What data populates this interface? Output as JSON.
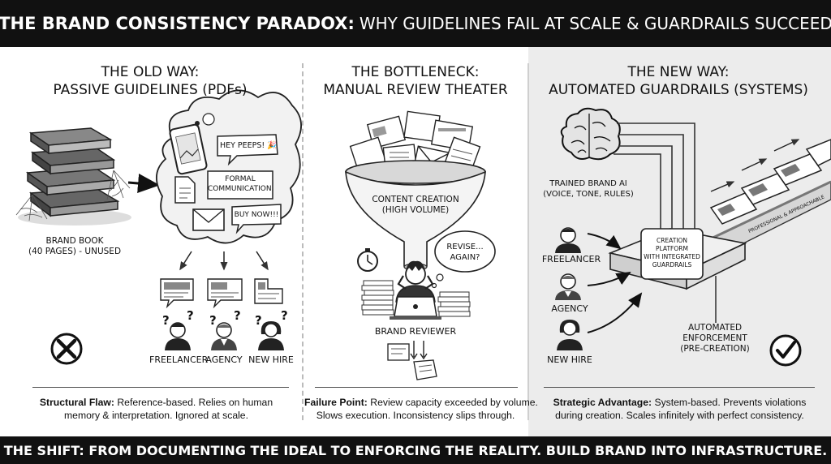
{
  "header": {
    "title_bold": "THE BRAND CONSISTENCY PARADOX:",
    "title_rest": "WHY GUIDELINES FAIL AT SCALE & GUARDRAILS SUCCEED"
  },
  "footer": {
    "text": "THE SHIFT: FROM DOCUMENTING THE IDEAL TO ENFORCING THE REALITY. BUILD BRAND INTO INFRASTRUCTURE."
  },
  "old_way": {
    "heading_line1": "THE OLD WAY:",
    "heading_line2": "PASSIVE GUIDELINES (PDFs)",
    "brand_book_line1": "BRAND BOOK",
    "brand_book_line2": "(40 PAGES) - UNUSED",
    "bubble_hey": "HEY PEEPS! 🎉",
    "bubble_formal_line1": "FORMAL",
    "bubble_formal_line2": "COMMUNICATION.",
    "bubble_buy": "BUY NOW!!!",
    "person_1": "FREELANCER",
    "person_2": "AGENCY",
    "person_3": "NEW HIRE",
    "desc_label": "Structural Flaw:",
    "desc_line1": "Reference-based. Relies on human",
    "desc_line2": "memory & interpretation. Ignored at scale."
  },
  "bottleneck": {
    "heading_line1": "THE BOTTLENECK:",
    "heading_line2": "MANUAL REVIEW THEATER",
    "funnel_line1": "CONTENT CREATION",
    "funnel_line2": "(HIGH VOLUME)",
    "revise_line1": "REVISE...",
    "revise_line2": "AGAIN?",
    "reviewer": "BRAND REVIEWER",
    "desc_label": "Failure Point:",
    "desc_line1": "Review capacity exceeded by volume.",
    "desc_line2": "Slows execution. Inconsistency slips through."
  },
  "new_way": {
    "heading_line1": "THE NEW WAY:",
    "heading_line2": "AUTOMATED GUARDRAILS (SYSTEMS)",
    "ai_line1": "TRAINED BRAND AI",
    "ai_line2": "(VOICE, TONE, RULES)",
    "platform_line1": "CREATION",
    "platform_line2": "PLATFORM",
    "platform_line3": "WITH INTEGRATED",
    "platform_line4": "GUARDRAILS",
    "belt_label": "PROFESSIONAL & APPROACHABLE",
    "person_1": "FREELANCER",
    "person_2": "AGENCY",
    "person_3": "NEW HIRE",
    "enforce_line1": "AUTOMATED",
    "enforce_line2": "ENFORCEMENT",
    "enforce_line3": "(PRE-CREATION)",
    "desc_label": "Strategic Advantage:",
    "desc_line1": "System-based. Prevents violations",
    "desc_line2": "during creation. Scales infinitely with perfect consistency."
  }
}
